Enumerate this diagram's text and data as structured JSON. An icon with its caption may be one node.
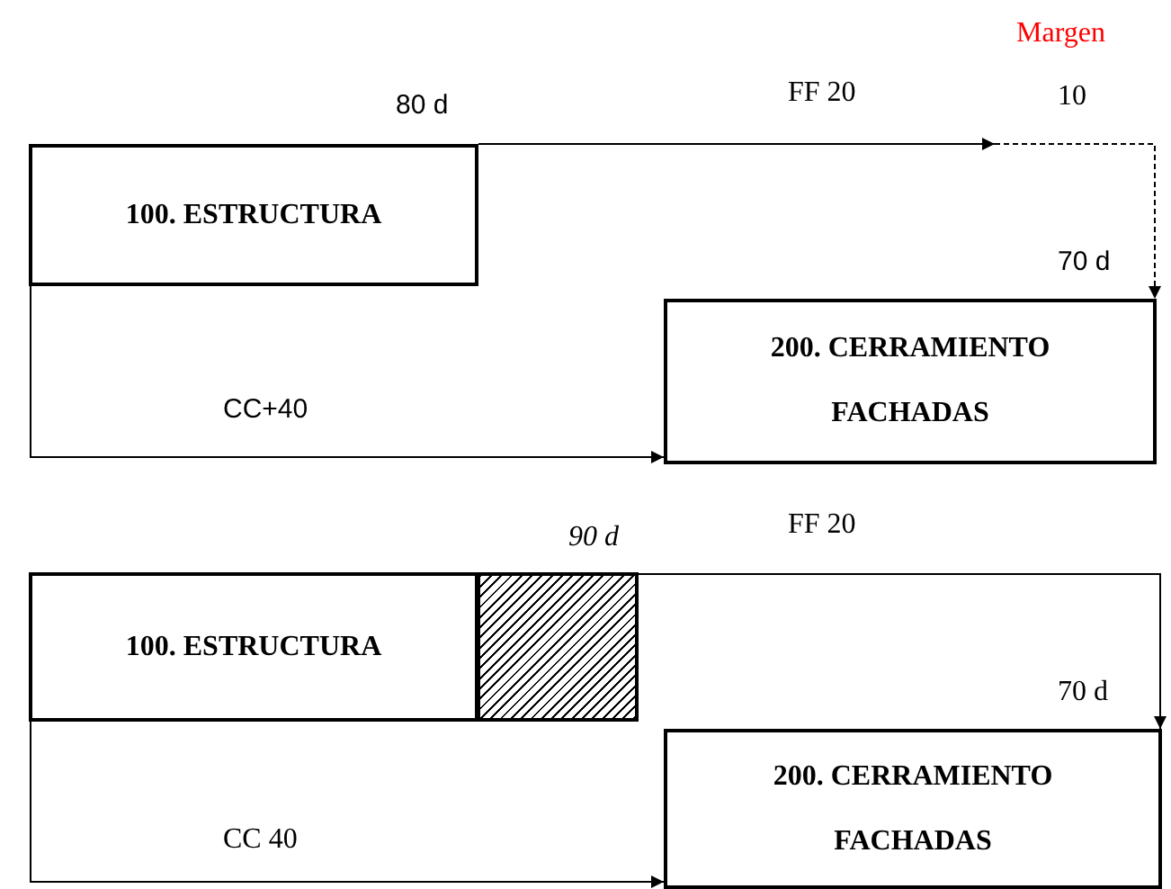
{
  "diagram": {
    "nodes": [
      {
        "text": [
          "100. ESTRUCTURA"
        ],
        "beside": [
          "80 d"
        ]
      },
      {
        "text": [
          "200. CERRAMIENTO FACHADAS"
        ],
        "beside": [
          "70 d"
        ]
      },
      {
        "text": [
          "100. ESTRUCTURA"
        ]
      },
      {
        "text": [],
        "shape": "box",
        "beside": [
          "90 d"
        ]
      },
      {
        "text": [
          "200. CERRAMIENTO FACHADAS"
        ],
        "beside": [
          "70 d"
        ]
      }
    ],
    "edges": [
      {
        "from": 0,
        "to": null,
        "arrow": "to",
        "label": "FF 20"
      },
      {
        "from": null,
        "to": 1,
        "arrow": "to",
        "style": "dashed"
      },
      {
        "from": 0,
        "to": 1,
        "arrow": "to",
        "label": "CC+40"
      },
      {
        "from": 3,
        "to": 4,
        "arrow": "to",
        "label": "FF 20"
      },
      {
        "from": 2,
        "to": 4,
        "arrow": "to",
        "label": "CC 40"
      }
    ],
    "labels": [
      "Margen",
      "10"
    ]
  }
}
